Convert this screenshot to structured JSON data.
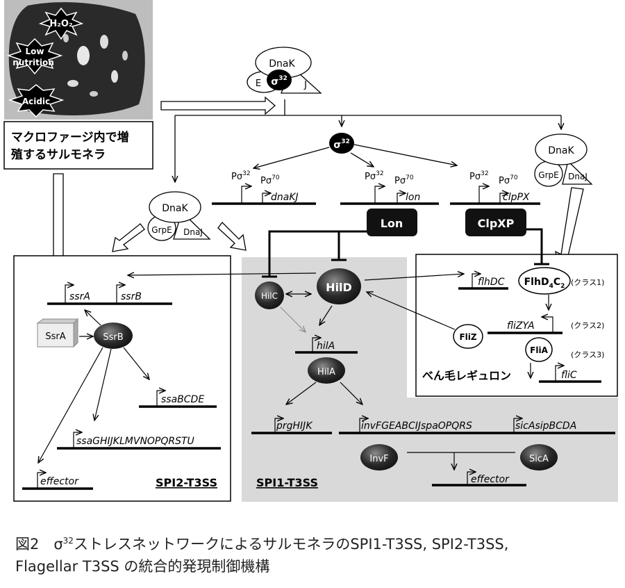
{
  "photo": {
    "stress1": "H₂O₂",
    "stress2": "Low nutrition",
    "stress3": "Acidic",
    "caption": "マクロファージ内で増殖するサルモネラ"
  },
  "chaperone": {
    "dnak": "DnaK",
    "grpe": "GrpE",
    "dnaj": "DnaJ",
    "sigma": "σ32",
    "e": "E",
    "j": "J"
  },
  "promoters": {
    "p_sigma32": "Pσ32",
    "p_sigma70": "Pσ70"
  },
  "genes": {
    "dnaKJ": "dnaKJ",
    "lon": "lon",
    "clpPX": "clpPX",
    "ssrA": "ssrA",
    "ssrB": "ssrB",
    "ssaBCDE": "ssaBCDE",
    "ssaG": "ssaGHIJKLMVNOPQRSTU",
    "effector": "effector",
    "hilA": "hilA",
    "prgHIJK": "prgHIJK",
    "inv": "invFGEABCIJspaOPQRS",
    "sic": "sicAsipBCDA",
    "flhDC": "flhDC",
    "fliZYA": "fliZYA",
    "fliC": "fliC"
  },
  "proteins": {
    "Lon": "Lon",
    "ClpXP": "ClpXP",
    "HilD": "HilD",
    "HilC": "HilC",
    "HilA": "HilA",
    "SsrA": "SsrA",
    "SsrB": "SsrB",
    "InvF": "InvF",
    "SicA": "SicA",
    "FlhDC": "FlhD4C2",
    "FliZ": "FliZ",
    "FliA": "FliA"
  },
  "classes": {
    "c1": "(クラス1)",
    "c2": "(クラス2)",
    "c3": "(クラス3)"
  },
  "boxes": {
    "spi2": "SPI2-T3SS",
    "spi1": "SPI1-T3SS",
    "flagellar": "べん毛レギュロン"
  },
  "caption": {
    "line1": "図2　σ32ストレスネットワークによるサルモネラのSPI1-T3SS, SPI2-T3SS,",
    "line2": "Flagellar T3SS の統合的発現制御機構"
  }
}
